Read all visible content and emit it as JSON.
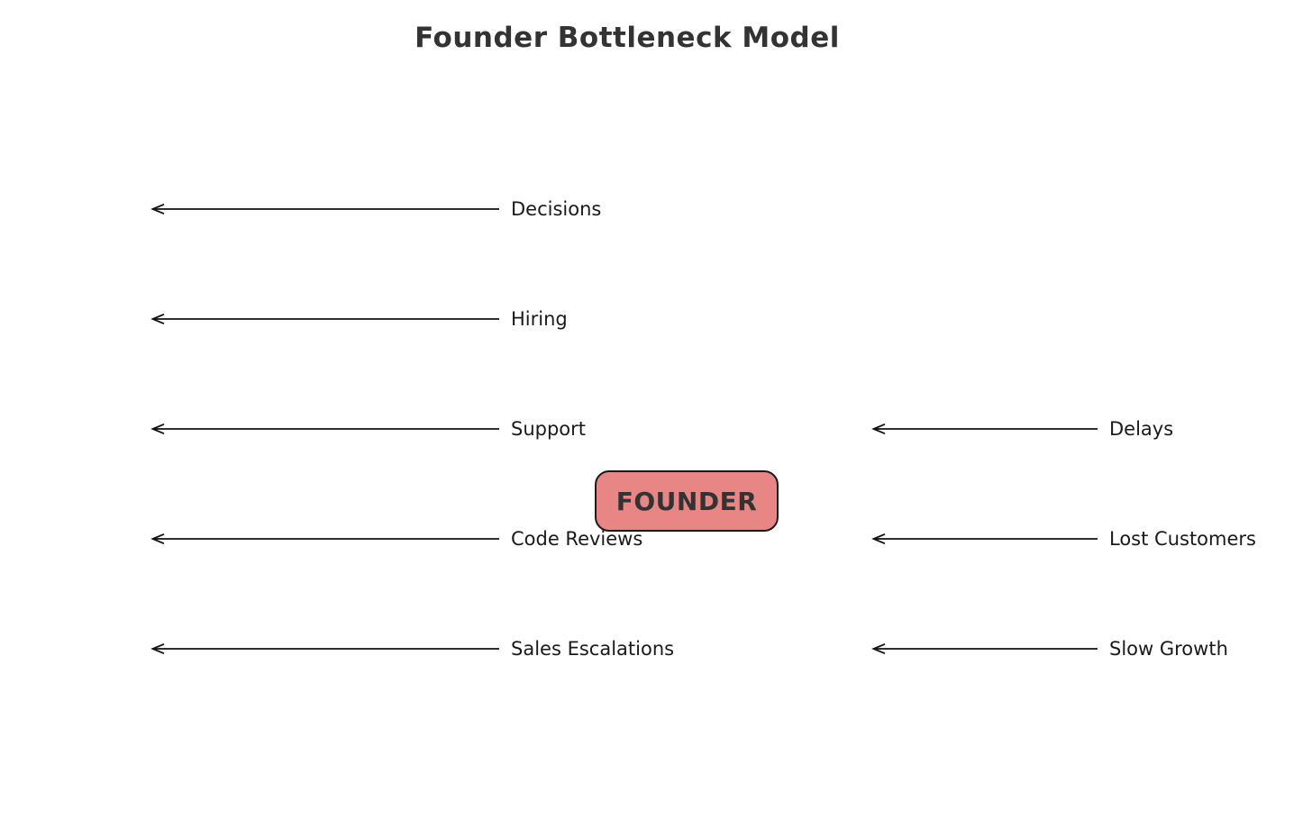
{
  "title": "Founder Bottleneck Model",
  "founder": {
    "label": "FOUNDER",
    "fill_color": "#e88585",
    "border_color": "#1a1a1a"
  },
  "left_arrows": [
    {
      "label": "Decisions"
    },
    {
      "label": "Hiring"
    },
    {
      "label": "Support"
    },
    {
      "label": "Code Reviews"
    },
    {
      "label": "Sales Escalations"
    }
  ],
  "right_arrows": [
    {
      "label": "Delays"
    },
    {
      "label": "Lost Customers"
    },
    {
      "label": "Slow Growth"
    }
  ],
  "icons": {
    "arrow": "left-arrow-icon"
  }
}
